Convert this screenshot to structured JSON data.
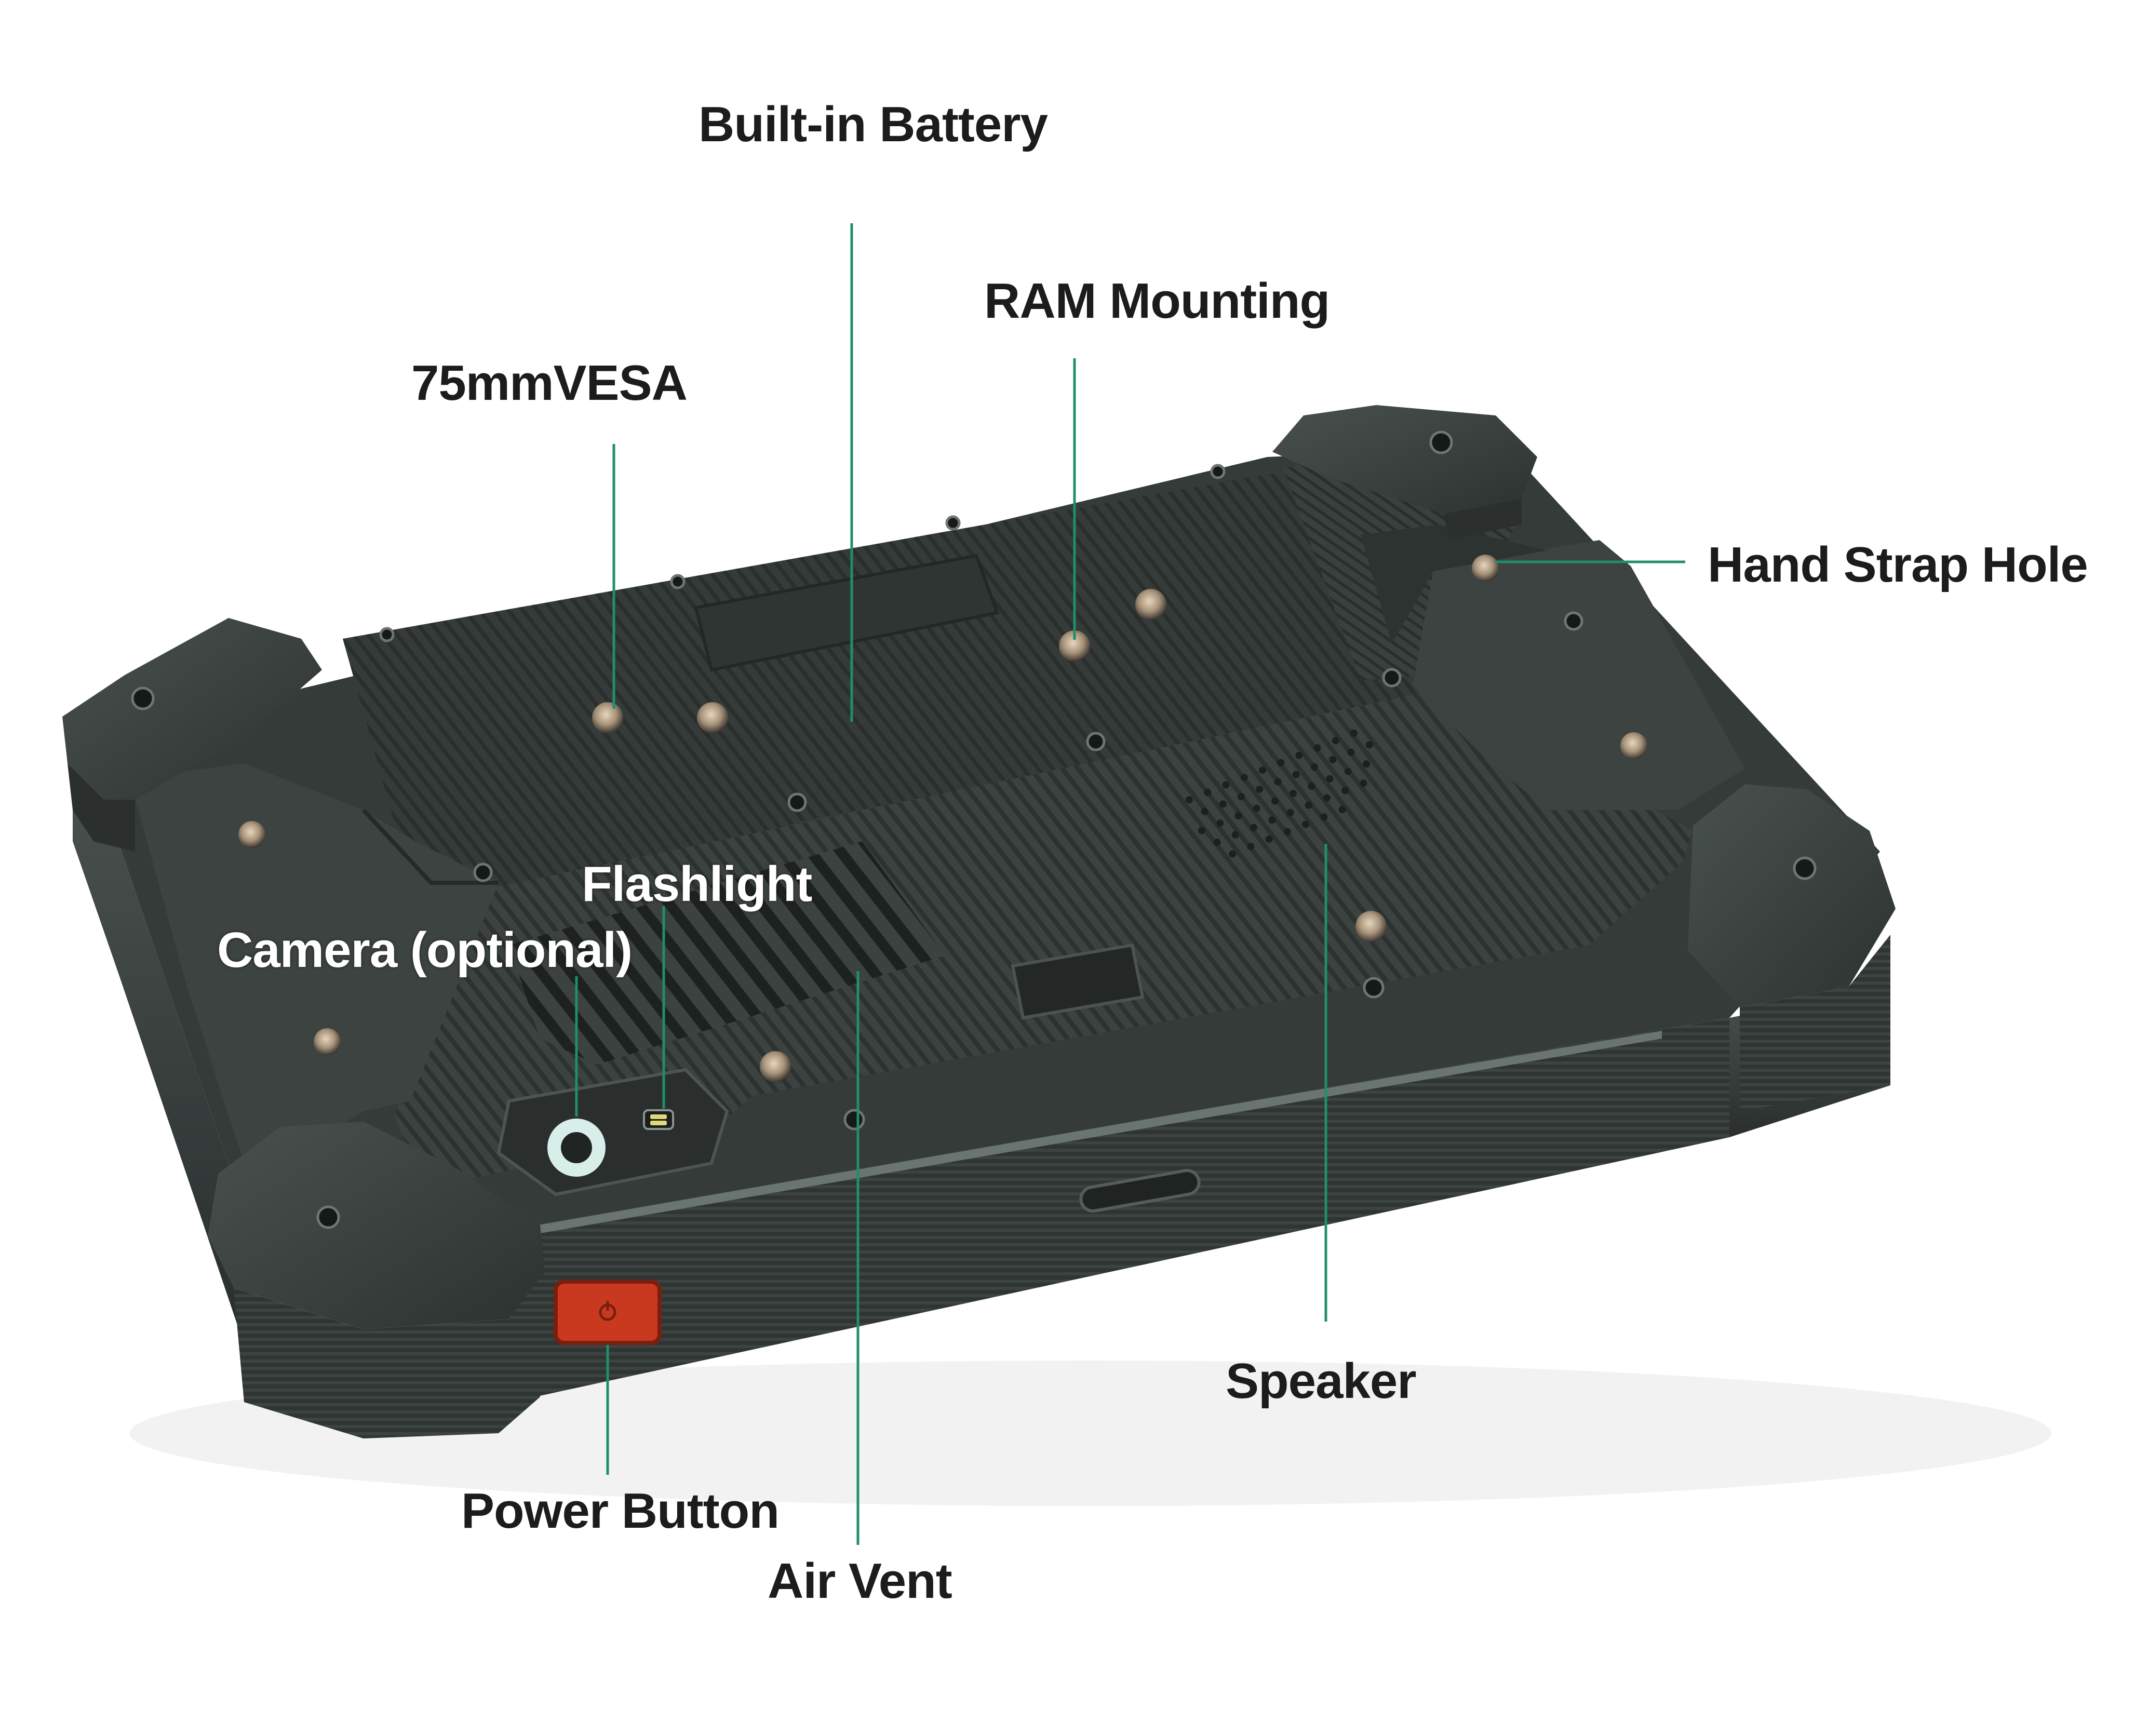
{
  "diagram": {
    "subject": "rugged tablet back view",
    "colors": {
      "leader_line": "#1f8f6a",
      "body": "#3a403e",
      "body_dark": "#2b302f",
      "bumper": "#2f3533",
      "power_button": "#c8391f",
      "camera_ring": "#d8efe9",
      "screw": "#b9a58a"
    },
    "labels": {
      "battery": "Built-in Battery",
      "ram": "RAM Mounting",
      "vesa": "75mmVESA",
      "strap": "Hand Strap Hole",
      "flashlight": "Flashlight",
      "camera": "Camera (optional)",
      "speaker": "Speaker",
      "power": "Power Button",
      "vent": "Air Vent"
    },
    "icons": {
      "power_button": "power-icon",
      "camera": "camera-lens-icon",
      "flashlight": "flashlight-icon"
    }
  }
}
